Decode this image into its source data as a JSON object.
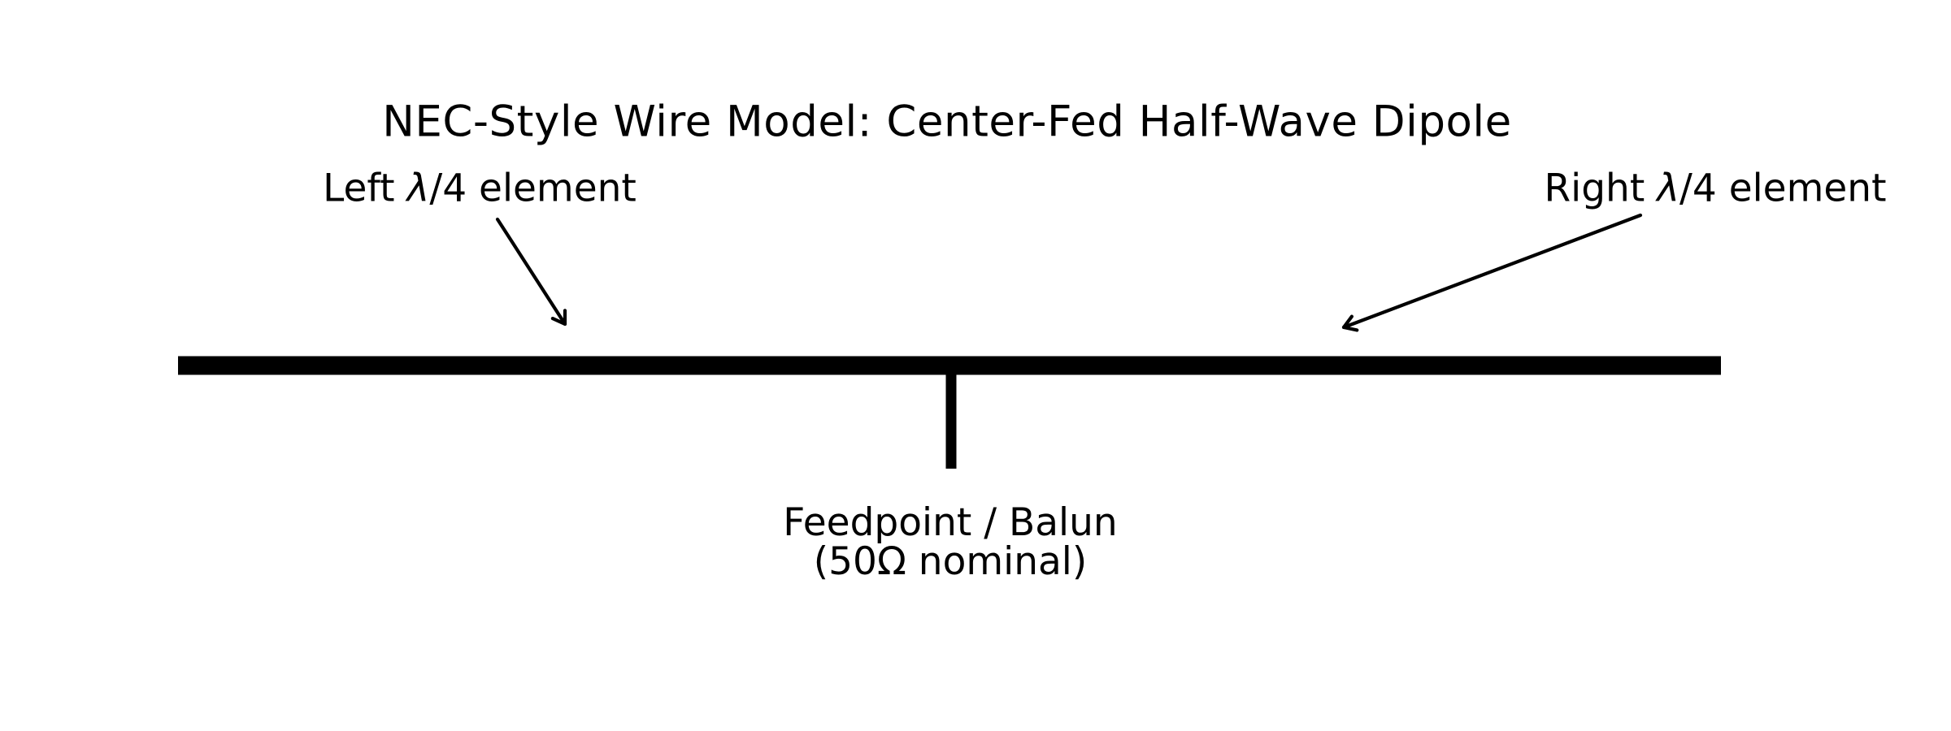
{
  "figure": {
    "title": "NEC-Style Wire Model: Center-Fed Half-Wave Dipole",
    "background_color": "#ffffff",
    "ink_color": "#000000"
  },
  "labels": {
    "left_element": {
      "prefix": "Left ",
      "lambda": "λ",
      "suffix": "/4 element"
    },
    "right_element": {
      "prefix": "Right ",
      "lambda": "λ",
      "suffix": "/4 element"
    },
    "feedpoint": {
      "line1": "Feedpoint / Balun",
      "line2": "(50Ω nominal)"
    }
  },
  "components": {
    "dipole_wire": "horizontal half-wave dipole wire",
    "feedpoint_stub": "vertical feedline stub at wire center",
    "left_arrow": "annotation arrow to left quarter-wave element",
    "right_arrow": "annotation arrow to right quarter-wave element"
  }
}
